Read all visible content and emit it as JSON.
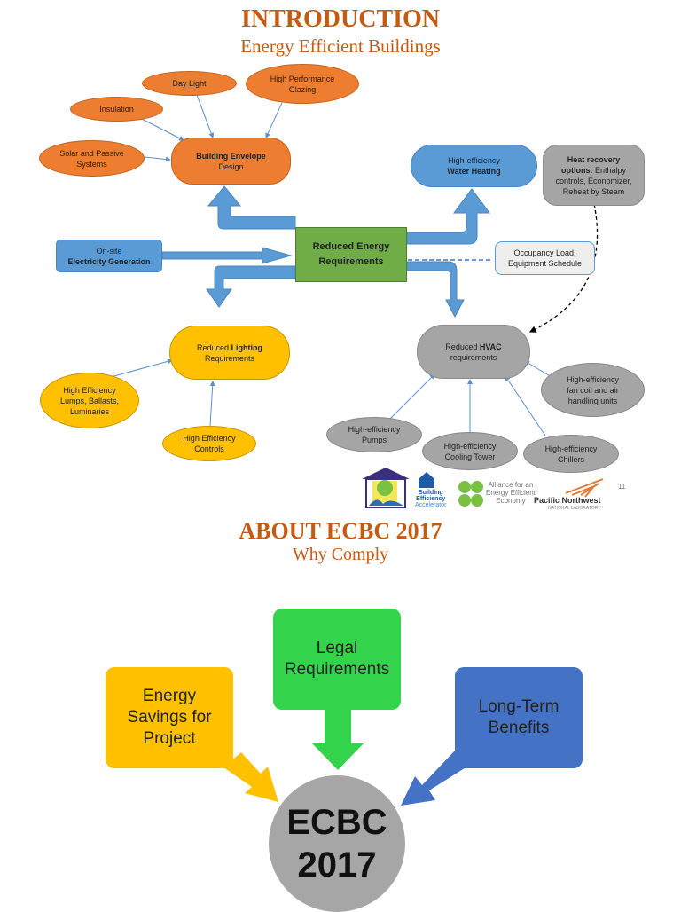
{
  "section1": {
    "title": "INTRODUCTION",
    "subtitle": "Energy Efficient Buildings"
  },
  "diagram": {
    "day_light": "Day Light",
    "glazing": [
      "High Performance",
      "Glazing"
    ],
    "insulation": "Insulation",
    "solar": [
      "Solar and Passive",
      "Systems"
    ],
    "envelope": [
      "Building Envelope",
      "Design"
    ],
    "water": [
      "High-efficiency",
      "Water Heating"
    ],
    "heat_recovery": [
      "Heat recovery",
      "options:",
      " Enthalpy controls, Economizer, Reheat by Steam"
    ],
    "center": [
      "Reduced Energy",
      "Requirements"
    ],
    "onsite": [
      "On-site",
      "Electricity Generation"
    ],
    "occupancy": [
      "Occupancy Load,",
      "Equipment Schedule"
    ],
    "lighting": [
      "Reduced ",
      "Lighting",
      "Requirements"
    ],
    "hvac": [
      "Reduced ",
      "HVAC",
      "requirements"
    ],
    "lumps": [
      "High Efficiency",
      "Lumps, Ballasts,",
      "Luminaries"
    ],
    "controls": [
      "High Efficiency",
      "Controls"
    ],
    "fancoil": [
      "High-efficiency",
      "fan coil and air",
      "handling units"
    ],
    "pumps": [
      "High-efficiency",
      "Pumps"
    ],
    "cooling": [
      "High-efficiency",
      "Cooling Tower"
    ],
    "chillers": [
      "High-efficiency",
      "Chillers"
    ],
    "logos": {
      "bea": [
        "Building",
        "Efficiency",
        "Accelerator"
      ],
      "ae": [
        "Alliance for an",
        "Energy Efficient",
        "Economy"
      ],
      "pnnl": [
        "Pacific Northwest",
        "NATIONAL LABORATORY"
      ],
      "page": "11"
    }
  },
  "section2": {
    "title": "ABOUT ECBC 2017",
    "subtitle": "Why Comply"
  },
  "comply": {
    "energy": [
      "Energy",
      "Savings for",
      "Project"
    ],
    "legal": [
      "Legal",
      "Requirements"
    ],
    "longterm": [
      "Long-Term",
      "Benefits"
    ],
    "center": [
      "ECBC",
      "2017"
    ]
  },
  "colors": {
    "orange": "#ed7d31",
    "blue": "#5b9bd5",
    "green": "#70ad47",
    "gray": "#a5a5a5",
    "yellow": "#ffc000",
    "title": "#c55a11"
  }
}
